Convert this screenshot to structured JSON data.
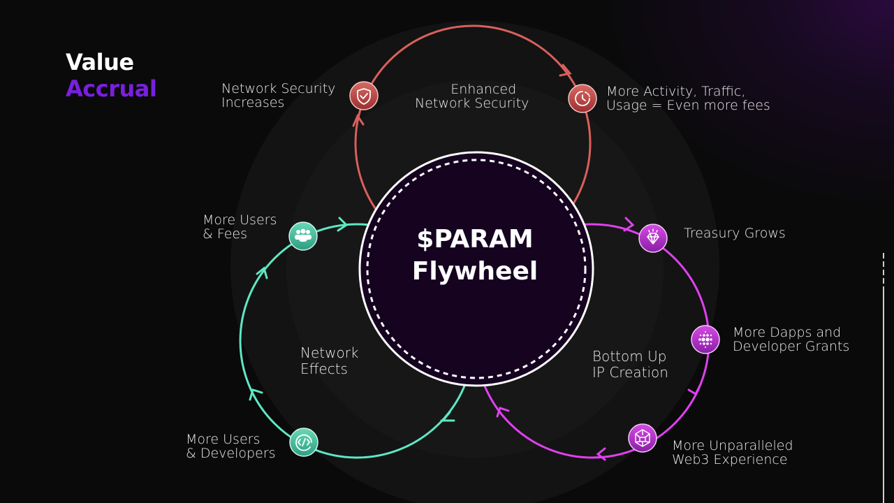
{
  "title": {
    "line1": "Value",
    "line2": "Accrual"
  },
  "center": {
    "line1": "$PARAM",
    "line2": "Flywheel"
  },
  "colors": {
    "accent_purple": "#7a1fe0",
    "loop_security": "#d9605c",
    "loop_network": "#5ee8c4",
    "loop_ip": "#e040f0",
    "center_fill": "#150320"
  },
  "loops": [
    {
      "name": "Enhanced Network Security",
      "label": [
        "Enhanced",
        "Network Security"
      ],
      "nodes": [
        {
          "icon": "shield-check-icon",
          "text": [
            "Network Security",
            "Increases"
          ]
        },
        {
          "icon": "clock-refresh-icon",
          "text": [
            "More Activity, Traffic,",
            "Usage = Even more fees"
          ]
        }
      ]
    },
    {
      "name": "Network Effects",
      "label": [
        "Network",
        "Effects"
      ],
      "nodes": [
        {
          "icon": "users-icon",
          "text": [
            "More Users",
            "& Fees"
          ]
        },
        {
          "icon": "code-icon",
          "text": [
            "More Users",
            "& Developers"
          ]
        }
      ]
    },
    {
      "name": "Bottom Up IP Creation",
      "label": [
        "Bottom Up",
        "IP Creation"
      ],
      "nodes": [
        {
          "icon": "diamond-icon",
          "text": [
            "Treasury Grows"
          ]
        },
        {
          "icon": "dots-grid-icon",
          "text": [
            "More Dapps and",
            "Developer Grants"
          ]
        },
        {
          "icon": "network-cube-icon",
          "text": [
            "More Unparalleled",
            "Web3 Experience"
          ]
        }
      ]
    }
  ]
}
